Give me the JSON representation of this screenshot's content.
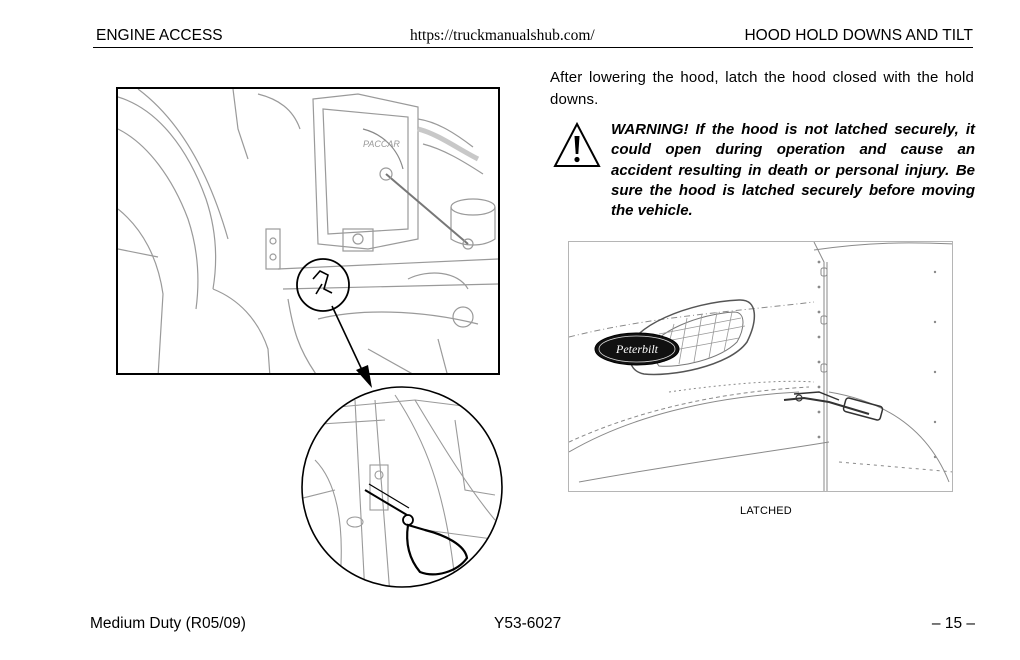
{
  "header": {
    "left": "ENGINE ACCESS",
    "center": "https://truckmanualshub.com/",
    "right": "HOOD HOLD DOWNS AND TILT"
  },
  "body": {
    "paragraph": "After lowering the hood, latch the hood closed with the hold downs."
  },
  "warning": {
    "icon": "warning-triangle-icon",
    "text": "WARNING! If the hood is not latched securely, it could open during operation and cause an accident resulting in death or personal injury. Be sure the hood is latched securely before moving the vehicle."
  },
  "figures": {
    "engine_label": "PACCAR",
    "logo_text": "Peterbilt",
    "caption": "LATCHED"
  },
  "footer": {
    "left": "Medium Duty (R05/09)",
    "center": "Y53-6027",
    "right": "– 15 –"
  }
}
